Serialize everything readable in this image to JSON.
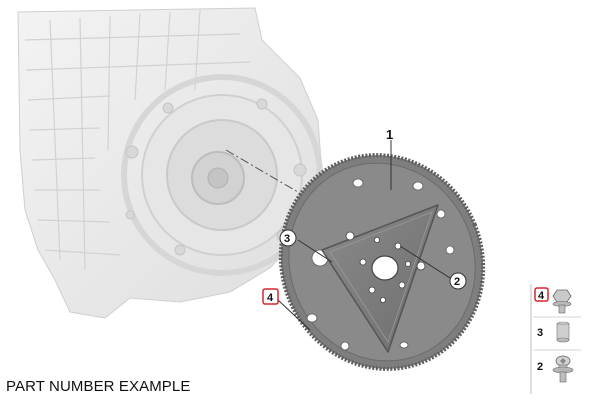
{
  "caption": "PART NUMBER EXAMPLE",
  "callouts": {
    "c1": "1",
    "c2": "2",
    "c3": "3",
    "c4": "4"
  },
  "legend": [
    {
      "label": "4",
      "icon": "flange-bolt-icon",
      "highlighted": true
    },
    {
      "label": "3",
      "icon": "sleeve-icon",
      "highlighted": false
    },
    {
      "label": "2",
      "icon": "torx-bolt-icon",
      "highlighted": false
    }
  ],
  "colors": {
    "highlight": "#d9232e",
    "part": "#7b7b7b",
    "engine": "#ececec"
  }
}
